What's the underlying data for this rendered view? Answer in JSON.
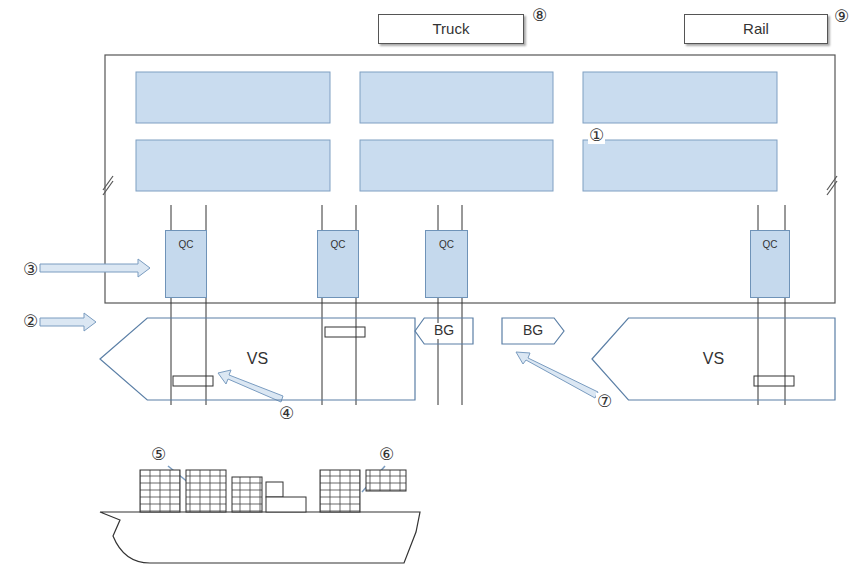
{
  "diagram": {
    "nodes": [
      {
        "text": [
          "Truck"
        ]
      },
      {
        "text": [
          "Rail"
        ]
      },
      {
        "text": [
          "QC"
        ]
      },
      {
        "text": [
          "QC"
        ]
      },
      {
        "text": [
          "QC"
        ]
      },
      {
        "text": [
          "QC"
        ]
      },
      {
        "text": [
          "VS"
        ]
      },
      {
        "text": [
          "BG"
        ]
      },
      {
        "text": [
          "BG"
        ]
      },
      {
        "text": [
          "VS"
        ]
      }
    ],
    "labels": [
      "①",
      "②",
      "③",
      "④",
      "⑤",
      "⑥",
      "⑦",
      "⑧",
      "⑨"
    ]
  }
}
